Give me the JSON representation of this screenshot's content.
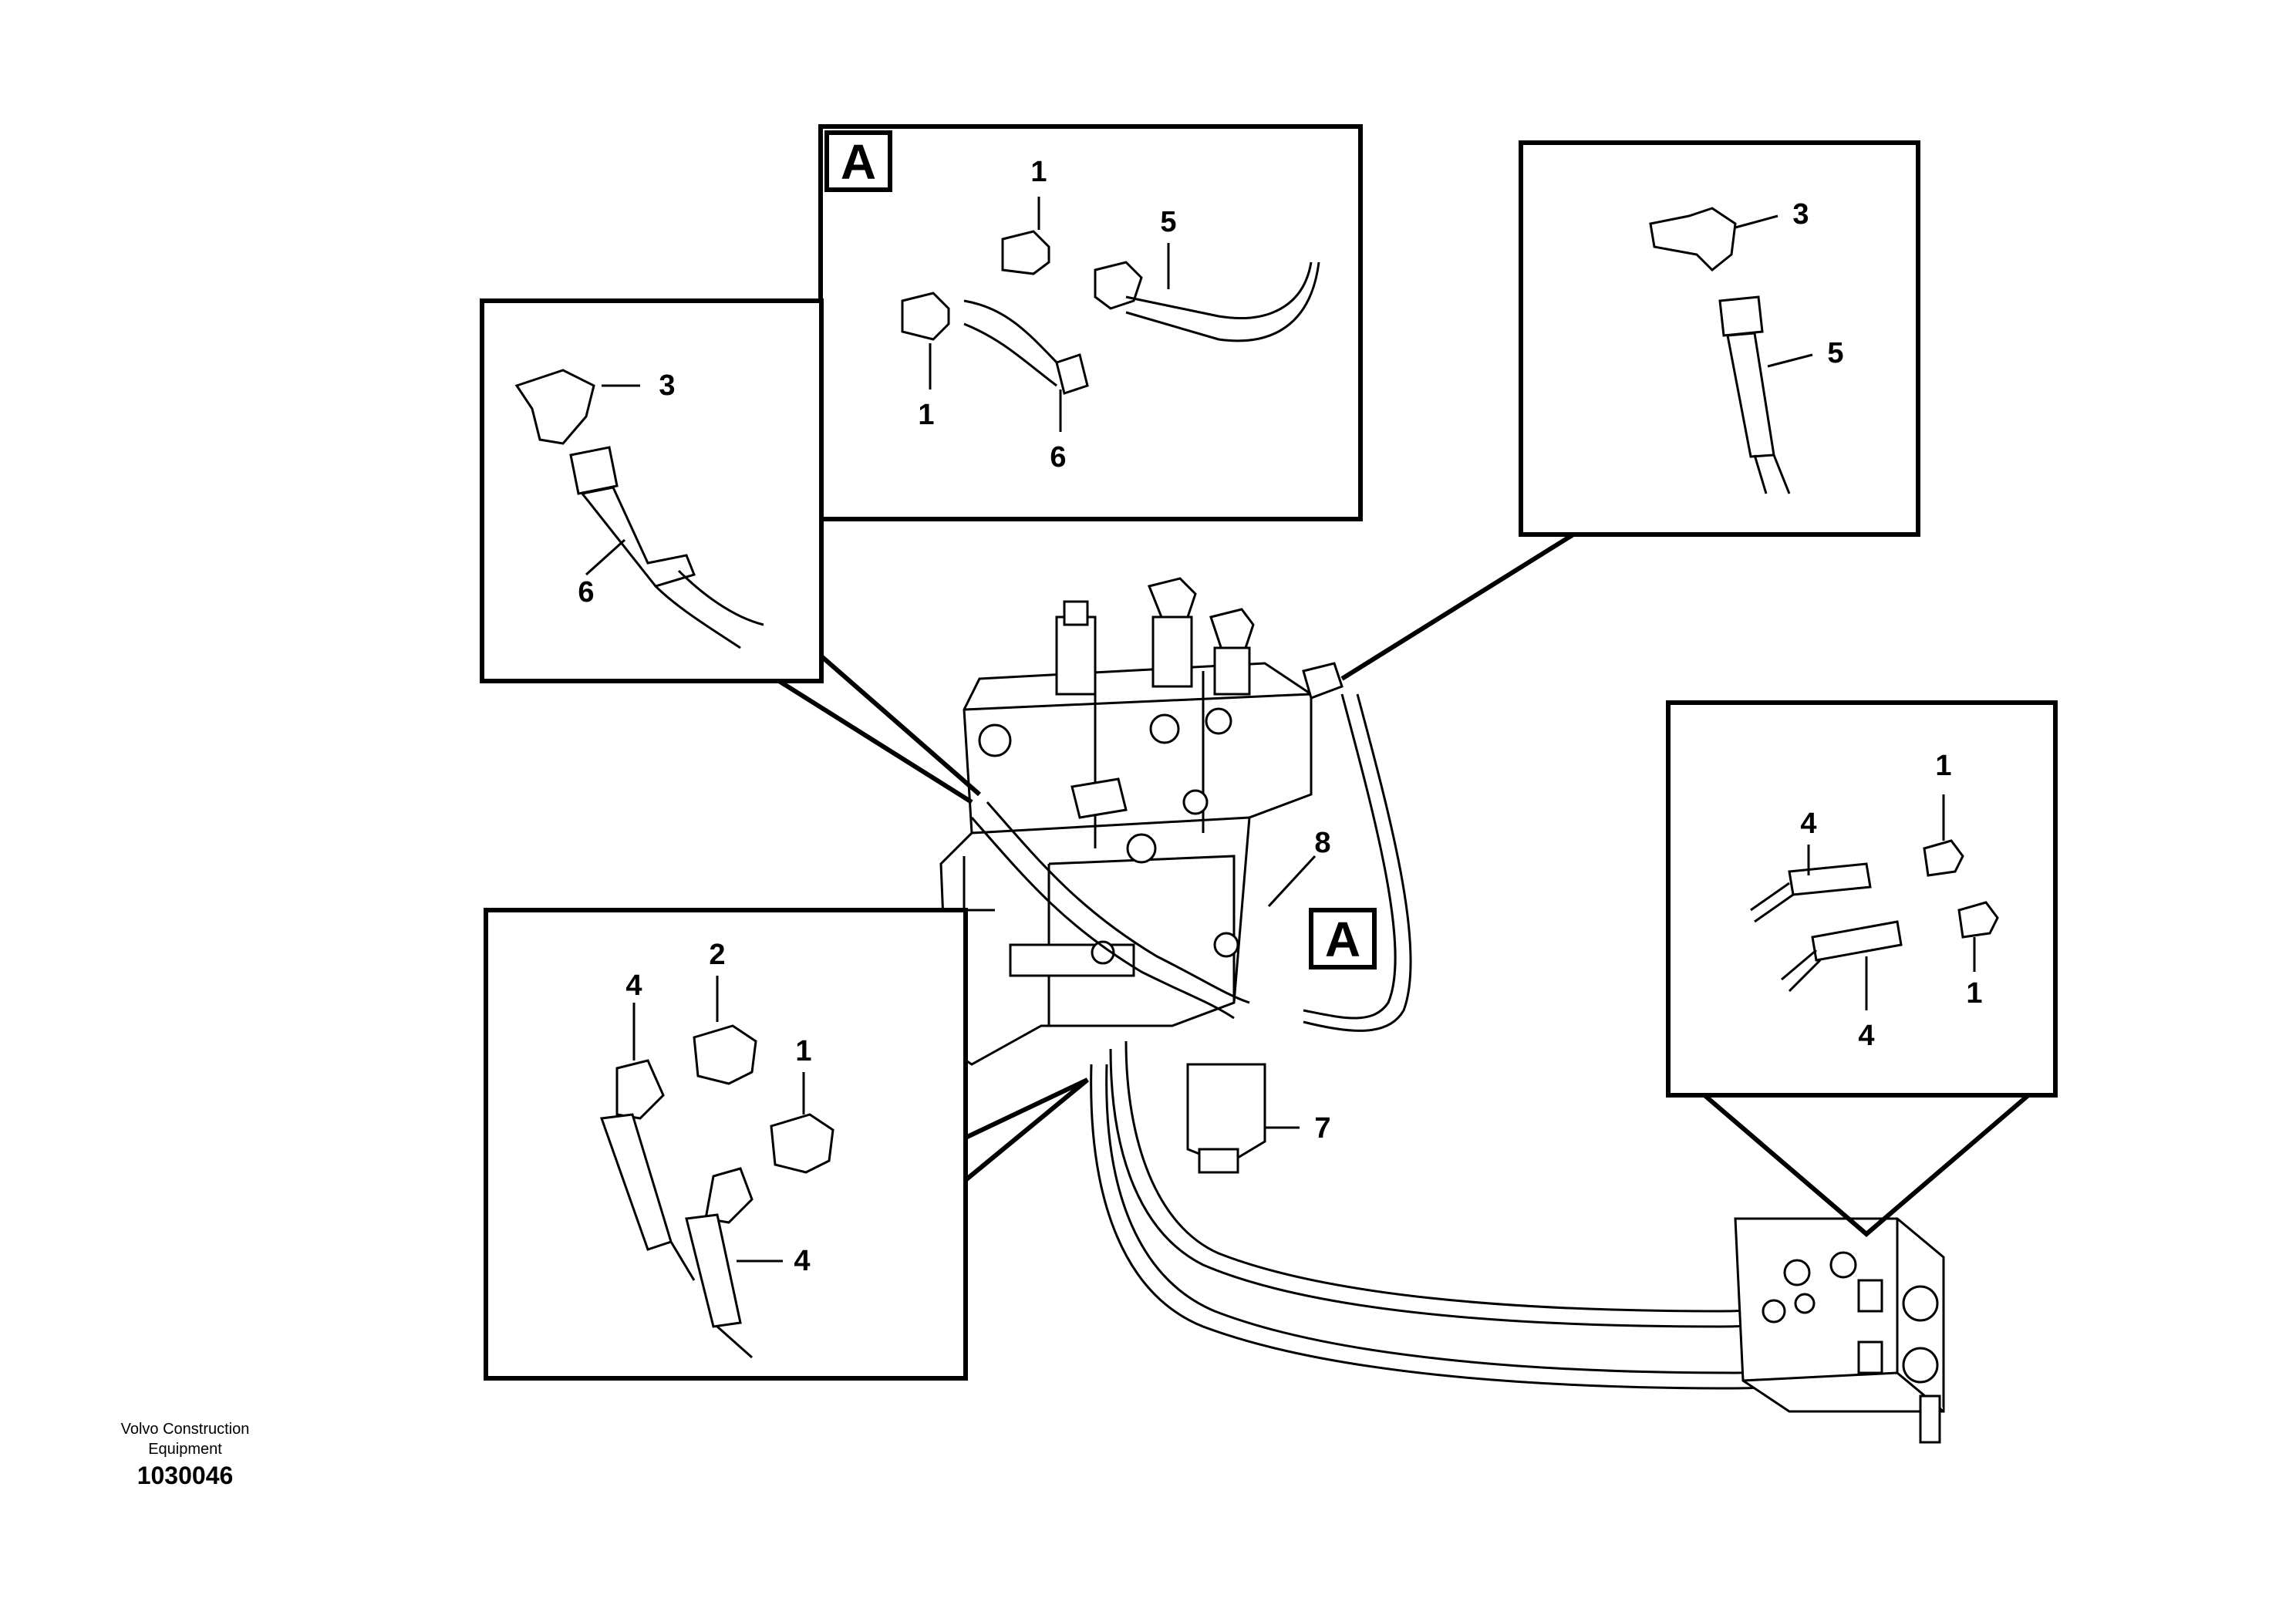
{
  "view_label": "A",
  "callouts": {
    "box_a": [
      "1",
      "5",
      "1",
      "6"
    ],
    "box_top_right": [
      "3",
      "5"
    ],
    "box_left": [
      "3",
      "6"
    ],
    "box_bottom_left": [
      "4",
      "2",
      "1",
      "4"
    ],
    "box_right": [
      "1",
      "4",
      "4",
      "1"
    ],
    "main": [
      "8",
      "7"
    ]
  },
  "credit": {
    "company": "Volvo Construction Equipment",
    "part_number": "1030046"
  }
}
